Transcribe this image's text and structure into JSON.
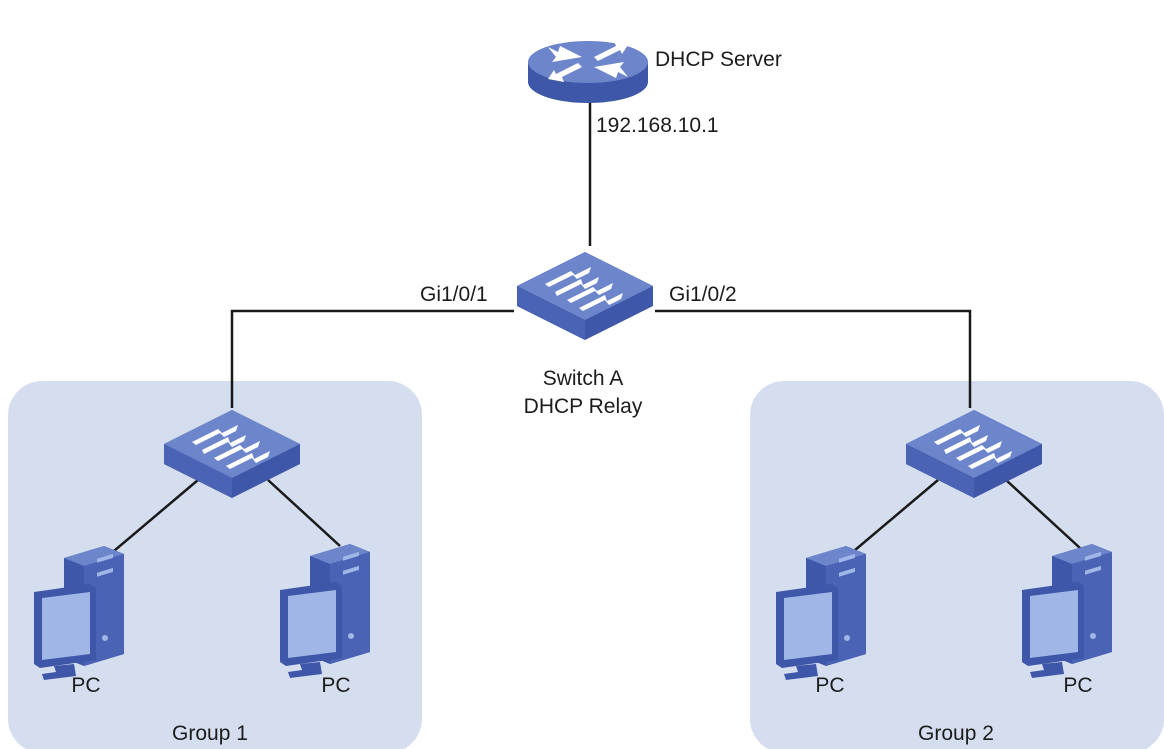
{
  "server": {
    "label": "DHCP Server",
    "ip": "192.168.10.1",
    "icon": "router-icon"
  },
  "relay_switch": {
    "name": "Switch A",
    "role": "DHCP Relay",
    "port_left": "Gi1/0/1",
    "port_right": "Gi1/0/2",
    "icon": "switch-icon"
  },
  "groups": [
    {
      "label": "Group 1",
      "pc_labels": [
        "PC",
        "PC"
      ]
    },
    {
      "label": "Group 2",
      "pc_labels": [
        "PC",
        "PC"
      ]
    }
  ],
  "colors": {
    "device_top": "#6d86cb",
    "device_side": "#3e57a8",
    "group_bg": "#d5deef",
    "link": "#1a1a1a",
    "screen": "#9fb6e6"
  }
}
